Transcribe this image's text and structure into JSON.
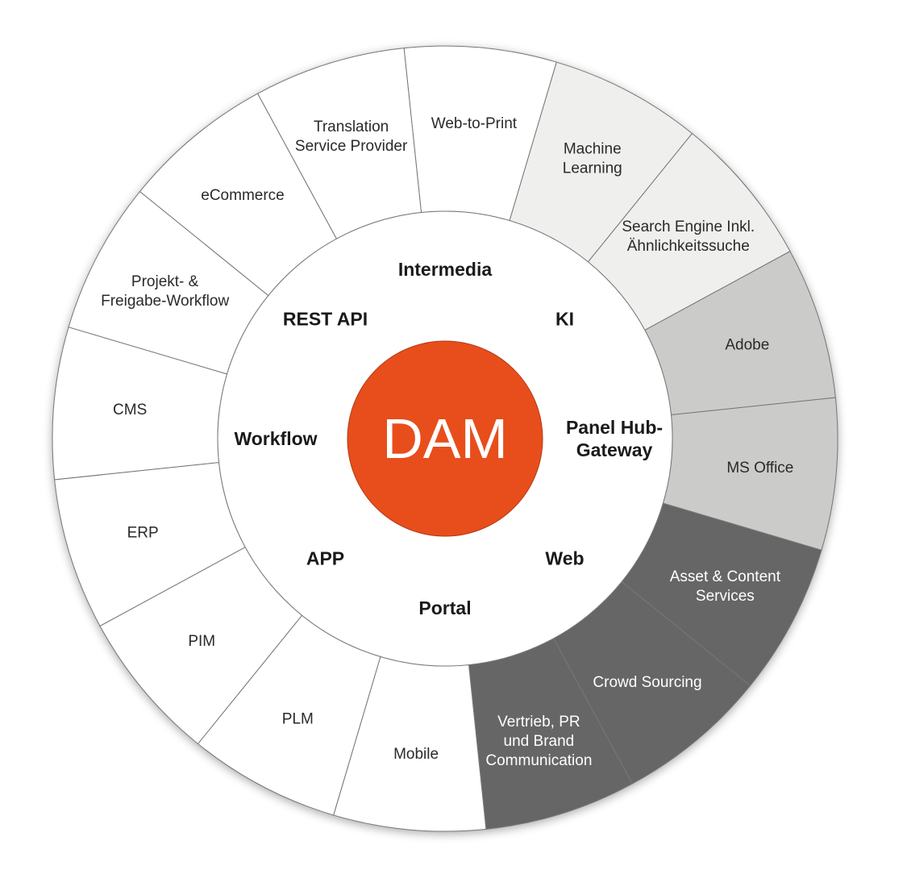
{
  "center": {
    "label": "DAM",
    "fill": "#e84e1b"
  },
  "inner_labels": [
    {
      "id": "intermedia",
      "lines": [
        "Intermedia"
      ]
    },
    {
      "id": "ki",
      "lines": [
        "KI"
      ]
    },
    {
      "id": "panel-hub-gateway",
      "lines": [
        "Panel Hub-",
        "Gateway"
      ]
    },
    {
      "id": "web",
      "lines": [
        "Web"
      ]
    },
    {
      "id": "portal",
      "lines": [
        "Portal"
      ]
    },
    {
      "id": "app",
      "lines": [
        "APP"
      ]
    },
    {
      "id": "workflow",
      "lines": [
        "Workflow"
      ]
    },
    {
      "id": "rest-api",
      "lines": [
        "REST API"
      ]
    }
  ],
  "segment_colors": {
    "white": "#ffffff",
    "light": "#efefed",
    "medium": "#cbcbca",
    "dark": "#666666",
    "text_dark": "#2a2a2a",
    "text_light": "#ffffff",
    "stroke": "#777777"
  },
  "segments": [
    {
      "id": "web-to-print",
      "lines": [
        "Web-to-Print"
      ],
      "tone": "white"
    },
    {
      "id": "machine-learning",
      "lines": [
        "Machine",
        "Learning"
      ],
      "tone": "light"
    },
    {
      "id": "search-engine",
      "lines": [
        "Search Engine Inkl.",
        "Ähnlichkeitssuche"
      ],
      "tone": "light"
    },
    {
      "id": "adobe",
      "lines": [
        "Adobe"
      ],
      "tone": "medium"
    },
    {
      "id": "ms-office",
      "lines": [
        "MS Office"
      ],
      "tone": "medium"
    },
    {
      "id": "asset-content-services",
      "lines": [
        "Asset & Content",
        "Services"
      ],
      "tone": "dark"
    },
    {
      "id": "crowd-sourcing",
      "lines": [
        "Crowd Sourcing"
      ],
      "tone": "dark"
    },
    {
      "id": "vertrieb-pr",
      "lines": [
        "Vertrieb, PR",
        "und Brand",
        "Communication"
      ],
      "tone": "dark"
    },
    {
      "id": "mobile",
      "lines": [
        "Mobile"
      ],
      "tone": "white"
    },
    {
      "id": "plm",
      "lines": [
        "PLM"
      ],
      "tone": "white"
    },
    {
      "id": "pim",
      "lines": [
        "PIM"
      ],
      "tone": "white"
    },
    {
      "id": "erp",
      "lines": [
        "ERP"
      ],
      "tone": "white"
    },
    {
      "id": "cms",
      "lines": [
        "CMS"
      ],
      "tone": "white"
    },
    {
      "id": "projekt-freigabe-workflow",
      "lines": [
        "Projekt- &",
        "Freigabe-Workflow"
      ],
      "tone": "white"
    },
    {
      "id": "ecommerce",
      "lines": [
        "eCommerce"
      ],
      "tone": "white"
    },
    {
      "id": "translation-service-provider",
      "lines": [
        "Translation",
        "Service Provider"
      ],
      "tone": "white"
    }
  ]
}
